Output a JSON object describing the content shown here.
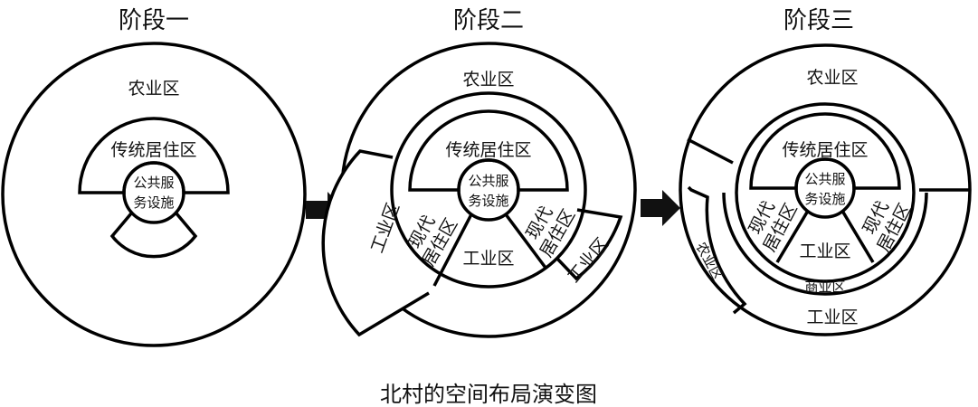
{
  "stages": [
    {
      "title": "阶段一",
      "labels": {
        "agriculture": "农业区",
        "residential": "传统居住区",
        "public_1": "公共服",
        "public_2": "务设施"
      }
    },
    {
      "title": "阶段二",
      "labels": {
        "agriculture": "农业区",
        "residential": "传统居住区",
        "public_1": "公共服",
        "public_2": "务设施",
        "modern_left_1": "现代",
        "modern_left_2": "居住区",
        "modern_right_1": "现代",
        "modern_right_2": "居住区",
        "industrial_left": "工业区",
        "industrial_center": "工业区",
        "industrial_right": "工业区"
      }
    },
    {
      "title": "阶段三",
      "labels": {
        "agriculture_top": "农业区",
        "agriculture_left": "农业区",
        "residential": "传统居住区",
        "public_1": "公共服",
        "public_2": "务设施",
        "modern_left_1": "现代",
        "modern_left_2": "居住区",
        "modern_right_1": "现代",
        "modern_right_2": "居住区",
        "industrial_center": "工业区",
        "commercial": "商业区",
        "industrial_bottom": "工业区"
      }
    }
  ],
  "caption": "北村的空间布局演变图"
}
